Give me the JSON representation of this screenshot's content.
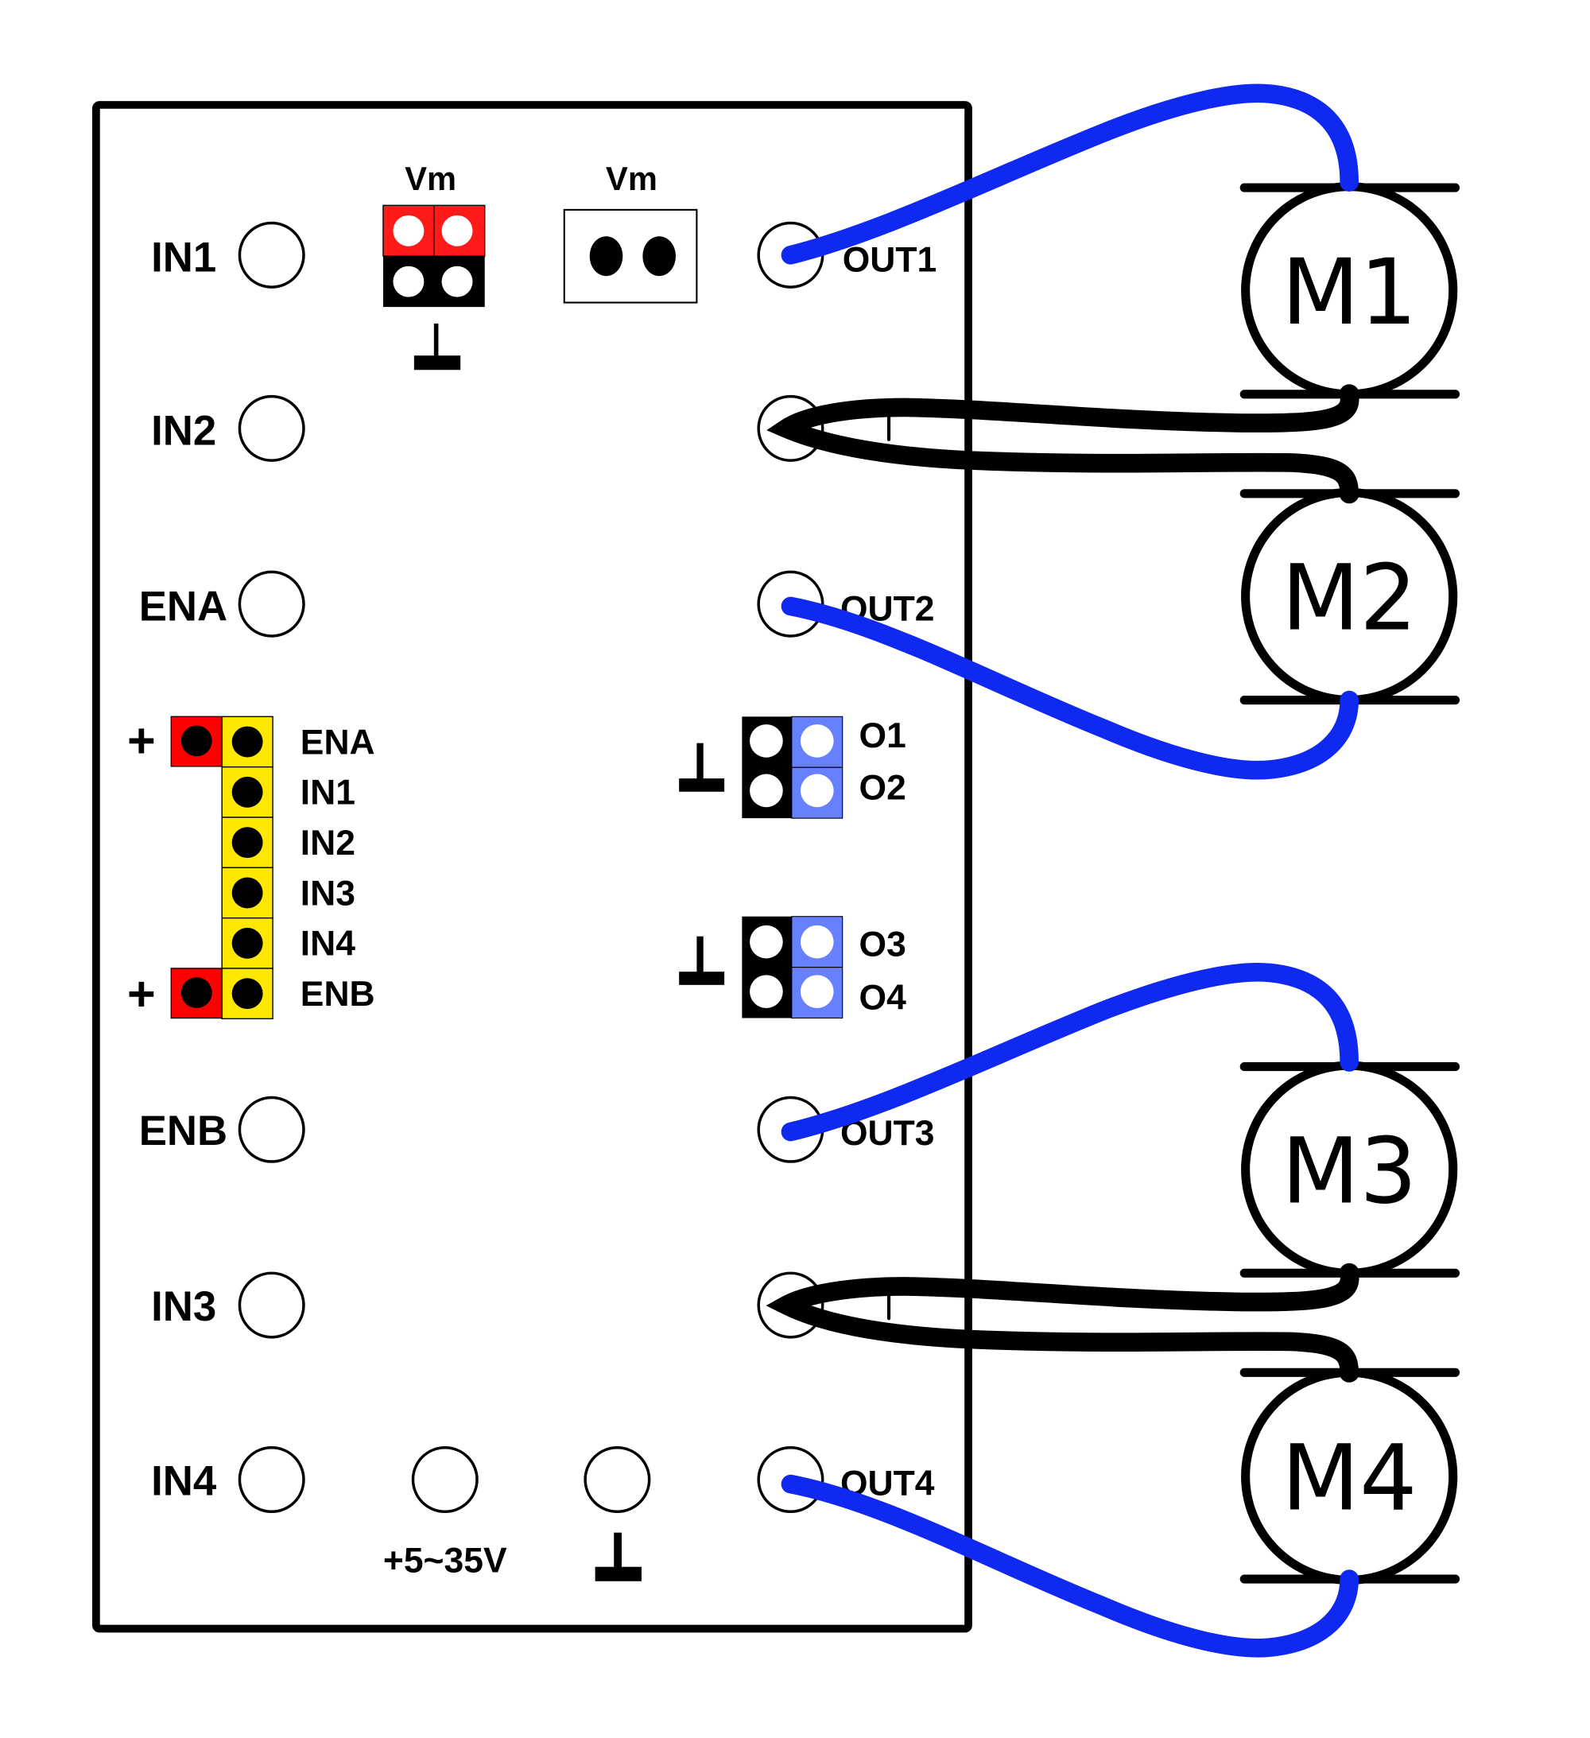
{
  "board": {
    "top_header": {
      "vm_jumper_label": "Vm",
      "vm_terminal_label": "Vm",
      "ground_symbol": "ground-icon"
    },
    "left_terminals": [
      {
        "label": "IN1"
      },
      {
        "label": "IN2"
      },
      {
        "label": "ENA"
      },
      {
        "label": "ENB"
      },
      {
        "label": "IN3"
      },
      {
        "label": "IN4"
      }
    ],
    "right_terminals": [
      {
        "label": "OUT1"
      },
      {
        "label": ""
      },
      {
        "label": "OUT2"
      },
      {
        "label": "OUT3"
      },
      {
        "label": ""
      },
      {
        "label": "OUT4"
      }
    ],
    "control_header": {
      "plus_label": "+",
      "pins": [
        "ENA",
        "IN1",
        "IN2",
        "IN3",
        "IN4",
        "ENB"
      ]
    },
    "output_headers": [
      {
        "labels": [
          "O1",
          "O2"
        ]
      },
      {
        "labels": [
          "O3",
          "O4"
        ]
      }
    ],
    "power": {
      "supply_label": "+5~35V",
      "ground_symbol": "ground-icon"
    }
  },
  "motors": [
    {
      "label": "M1"
    },
    {
      "label": "M2"
    },
    {
      "label": "M3"
    },
    {
      "label": "M4"
    }
  ],
  "colors": {
    "wire_blue": "#1029F0",
    "wire_black": "#000000",
    "header_red": "#FF1A1A",
    "pin_red": "#FF0000",
    "pin_yellow": "#FFE800",
    "output_blue": "#6680FF"
  }
}
